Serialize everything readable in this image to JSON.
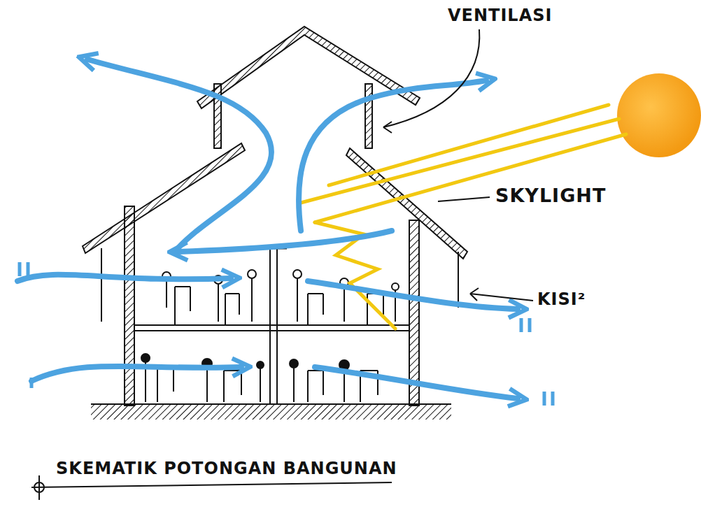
{
  "diagram": {
    "caption": "SKEMATIK POTONGAN BANGUNAN",
    "labels": [
      "VENTILASI",
      "SKYLIGHT",
      "KISI²"
    ]
  }
}
